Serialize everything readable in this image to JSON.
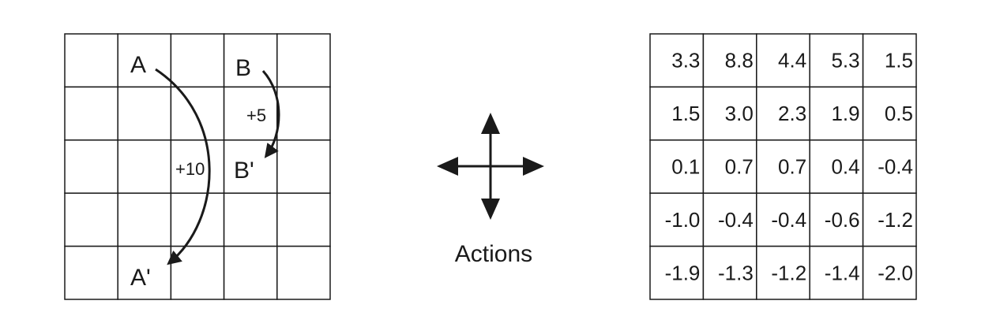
{
  "gridworld": {
    "state_a": "A",
    "state_a_prime": "A'",
    "state_b": "B",
    "state_b_prime": "B'",
    "reward_a": "+10",
    "reward_b": "+5"
  },
  "actions": {
    "label": "Actions"
  },
  "value_grid": {
    "rows": [
      [
        "3.3",
        "8.8",
        "4.4",
        "5.3",
        "1.5"
      ],
      [
        "1.5",
        "3.0",
        "2.3",
        "1.9",
        "0.5"
      ],
      [
        "0.1",
        "0.7",
        "0.7",
        "0.4",
        "-0.4"
      ],
      [
        "-1.0",
        "-0.4",
        "-0.4",
        "-0.6",
        "-1.2"
      ],
      [
        "-1.9",
        "-1.3",
        "-1.2",
        "-1.4",
        "-2.0"
      ]
    ]
  }
}
